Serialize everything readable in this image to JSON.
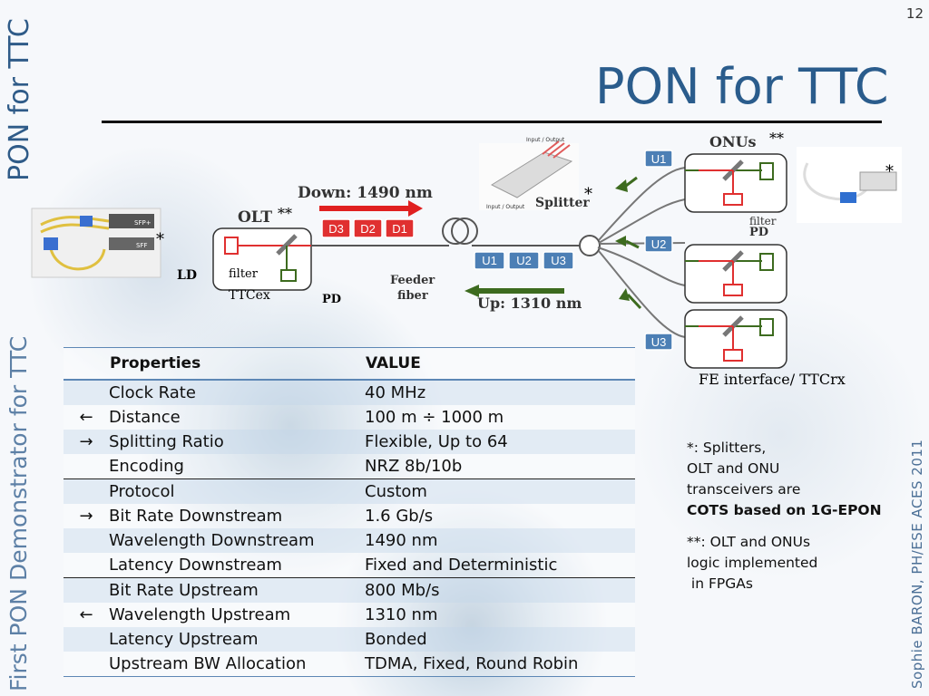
{
  "slide_number": "12",
  "side_title": "PON for TTC",
  "side_subtitle": "First PON Demonstrator for TTC",
  "side_author": "Sophie BARON, PH/ESE    ACES 2011",
  "title": "PON for TTC",
  "diagram": {
    "down_label": "Down: 1490 nm",
    "up_label": "Up: 1310 nm",
    "olt_label": "OLT",
    "olt_mark": "**",
    "onus_label": "ONUs",
    "onus_mark": "**",
    "splitter_label": "Splitter",
    "splitter_mark": "*",
    "sfp_mark": "*",
    "onu_photo_mark": "*",
    "ld_label": "LD",
    "filter_label": "filter",
    "pd_label": "PD",
    "ttcex_label": "TTCex",
    "feeder_label_1": "Feeder",
    "feeder_label_2": "fiber",
    "down_packets": [
      "D3",
      "D2",
      "D1"
    ],
    "up_packets": [
      "U1",
      "U2",
      "U3"
    ],
    "onu_ids": [
      "U1",
      "U2",
      "U3"
    ],
    "fe_label": "FE interface/ TTCrx",
    "photo_io_top": "Input / Output",
    "photo_io_bottom": "Input / Output",
    "sfp_labels": [
      "SFP+",
      "SFF"
    ]
  },
  "table": {
    "headers": [
      "Properties",
      "VALUE"
    ],
    "rows": [
      {
        "arrow": "",
        "prop": "Clock Rate",
        "value": "40 MHz"
      },
      {
        "arrow": "←",
        "prop": "Distance",
        "value": "100 m ÷ 1000 m"
      },
      {
        "arrow": "→",
        "prop": "Splitting Ratio",
        "value": "Flexible, Up to 64"
      },
      {
        "arrow": "",
        "prop": "Encoding",
        "value": "NRZ 8b/10b"
      },
      {
        "arrow": "",
        "prop": "Protocol",
        "value": "Custom"
      },
      {
        "arrow": "→",
        "prop": "Bit Rate Downstream",
        "value": "1.6 Gb/s"
      },
      {
        "arrow": "",
        "prop": "Wavelength Downstream",
        "value": "1490 nm"
      },
      {
        "arrow": "",
        "prop": "Latency Downstream",
        "value": "Fixed and Deterministic"
      },
      {
        "arrow": "",
        "prop": "Bit Rate Upstream",
        "value": "800 Mb/s"
      },
      {
        "arrow": "←",
        "prop": "Wavelength Upstream",
        "value": "1310 nm"
      },
      {
        "arrow": "",
        "prop": "Latency Upstream",
        "value": "Bonded"
      },
      {
        "arrow": "",
        "prop": "Upstream BW Allocation",
        "value": "TDMA, Fixed, Round Robin"
      }
    ]
  },
  "notes": {
    "line1": "*: Splitters,",
    "line2": "OLT and ONU",
    "line3": "transceivers are",
    "line4": "COTS based on 1G-EPON",
    "line5": "**: OLT and ONUs",
    "line6": "logic implemented",
    "line7": " in FPGAs"
  },
  "colors": {
    "title": "#2a5c8c",
    "down_arrow": "#e02020",
    "up_arrow": "#3d6b1f",
    "packet_red": "#e03030",
    "packet_blue": "#4c7fb5"
  }
}
